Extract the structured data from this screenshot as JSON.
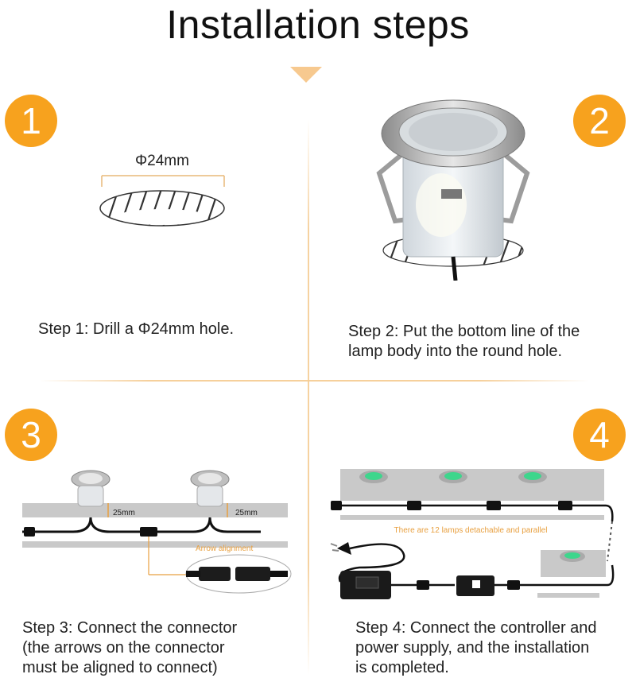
{
  "title": "Installation steps",
  "colors": {
    "accent": "#f7a21e",
    "divider": "#f5cd96",
    "lamp_green": "#3dd68c",
    "panel_gray": "#c9c9c9"
  },
  "steps": [
    {
      "number": "1",
      "text": "Step 1: Drill a Φ24mm hole.",
      "dimension": "Φ24mm"
    },
    {
      "number": "2",
      "text_lines": [
        "Step 2: Put the bottom line of the",
        "lamp body into the round hole."
      ]
    },
    {
      "number": "3",
      "text_lines": [
        "Step 3: Connect the connector",
        "(the arrows on the connector",
        "must be aligned to connect)"
      ],
      "dim_left": "25mm",
      "dim_right": "25mm",
      "callout": "Arrow alignment"
    },
    {
      "number": "4",
      "text_lines": [
        "Step 4: Connect the controller and",
        "power supply, and the installation",
        "is completed."
      ],
      "note": "There are 12 lamps detachable and parallel"
    }
  ]
}
